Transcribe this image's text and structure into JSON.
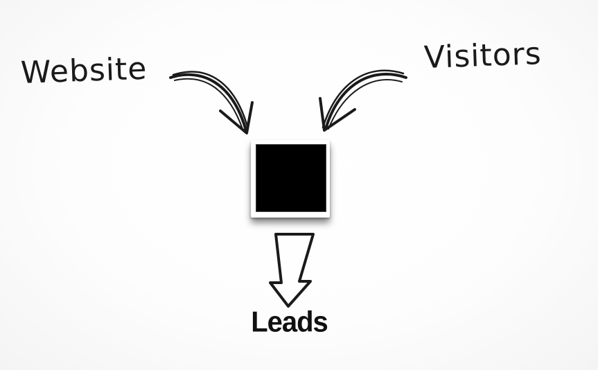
{
  "labels": {
    "left": "Website",
    "right": "Visitors",
    "bottom": "Leads"
  },
  "colors": {
    "ink": "#1a1a1a",
    "box": "#000000",
    "background": "#ffffff"
  }
}
